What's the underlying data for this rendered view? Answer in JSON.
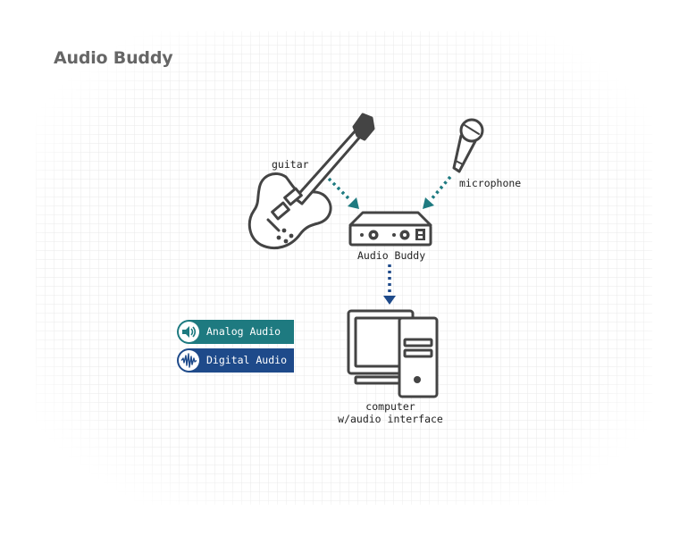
{
  "title": "Audio Buddy",
  "labels": {
    "guitar": "guitar",
    "microphone": "microphone",
    "device": "Audio Buddy",
    "computer_line1": "computer",
    "computer_line2": "w/audio interface"
  },
  "legend": [
    {
      "label": "Analog Audio",
      "icon": "speaker-icon",
      "color": "#1e7a80"
    },
    {
      "label": "Digital Audio",
      "icon": "waveform-icon",
      "color": "#1e4a8a"
    }
  ],
  "colors": {
    "analog": "#1e7a80",
    "digital": "#1e4a8a",
    "title": "#666666"
  }
}
